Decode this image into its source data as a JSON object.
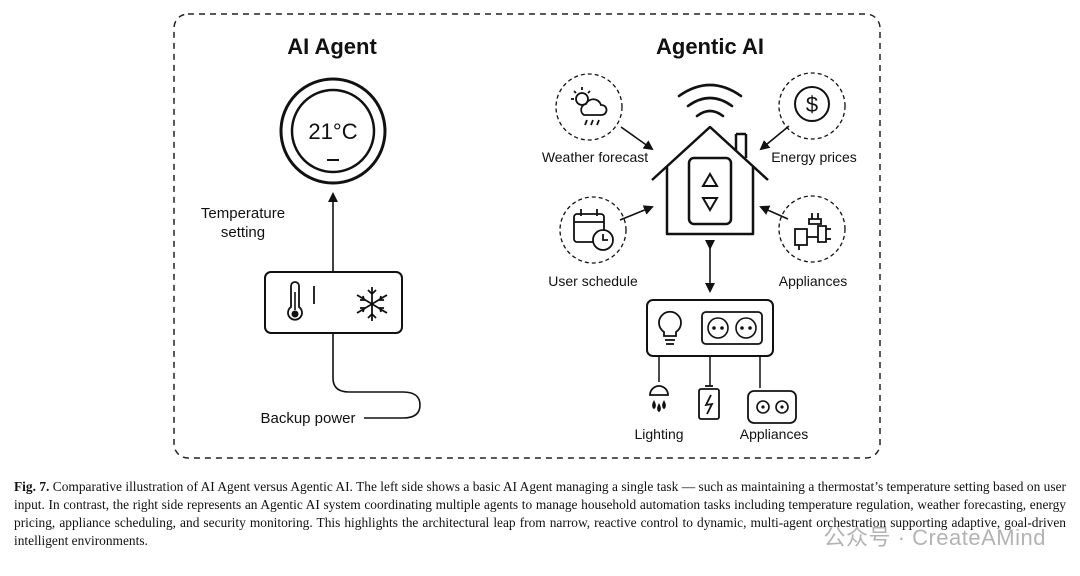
{
  "left_panel": {
    "title": "AI Agent",
    "thermostat_reading": "21°C",
    "arrow_label_line1": "Temperature",
    "arrow_label_line2": "setting",
    "cable_label": "Backup power",
    "icons": [
      "thermometer-icon",
      "snowflake-icon"
    ]
  },
  "right_panel": {
    "title": "Agentic AI",
    "agents": [
      {
        "label": "Weather forecast",
        "icon": "weather-icon"
      },
      {
        "label": "Energy prices",
        "icon": "dollar-icon"
      },
      {
        "label": "User schedule",
        "icon": "calendar-clock-icon"
      },
      {
        "label": "Appliances",
        "icon": "plug-icon"
      }
    ],
    "hub_icons": [
      "wifi-icon",
      "house-icon",
      "arrow-up-icon",
      "arrow-down-icon"
    ],
    "outputs": [
      {
        "label": "Lighting",
        "icon": "bulb-icon"
      },
      {
        "label": "Appliances",
        "icon": "socket-icon"
      }
    ]
  },
  "caption": {
    "fig_label": "Fig. 7.",
    "text": "Comparative illustration of AI Agent versus Agentic AI. The left side shows a basic AI Agent managing a single task — such as maintaining a thermostat’s temperature setting based on user input. In contrast, the right side represents an Agentic AI system coordinating multiple agents to manage household automation tasks including temperature regulation, weather forecasting, energy pricing, appliance scheduling, and security monitoring. This highlights the architectural leap from narrow, reactive control to dynamic, multi-agent orchestration supporting adaptive, goal-driven intelligent environments."
  },
  "watermark": "公众号 · CreateAMind"
}
